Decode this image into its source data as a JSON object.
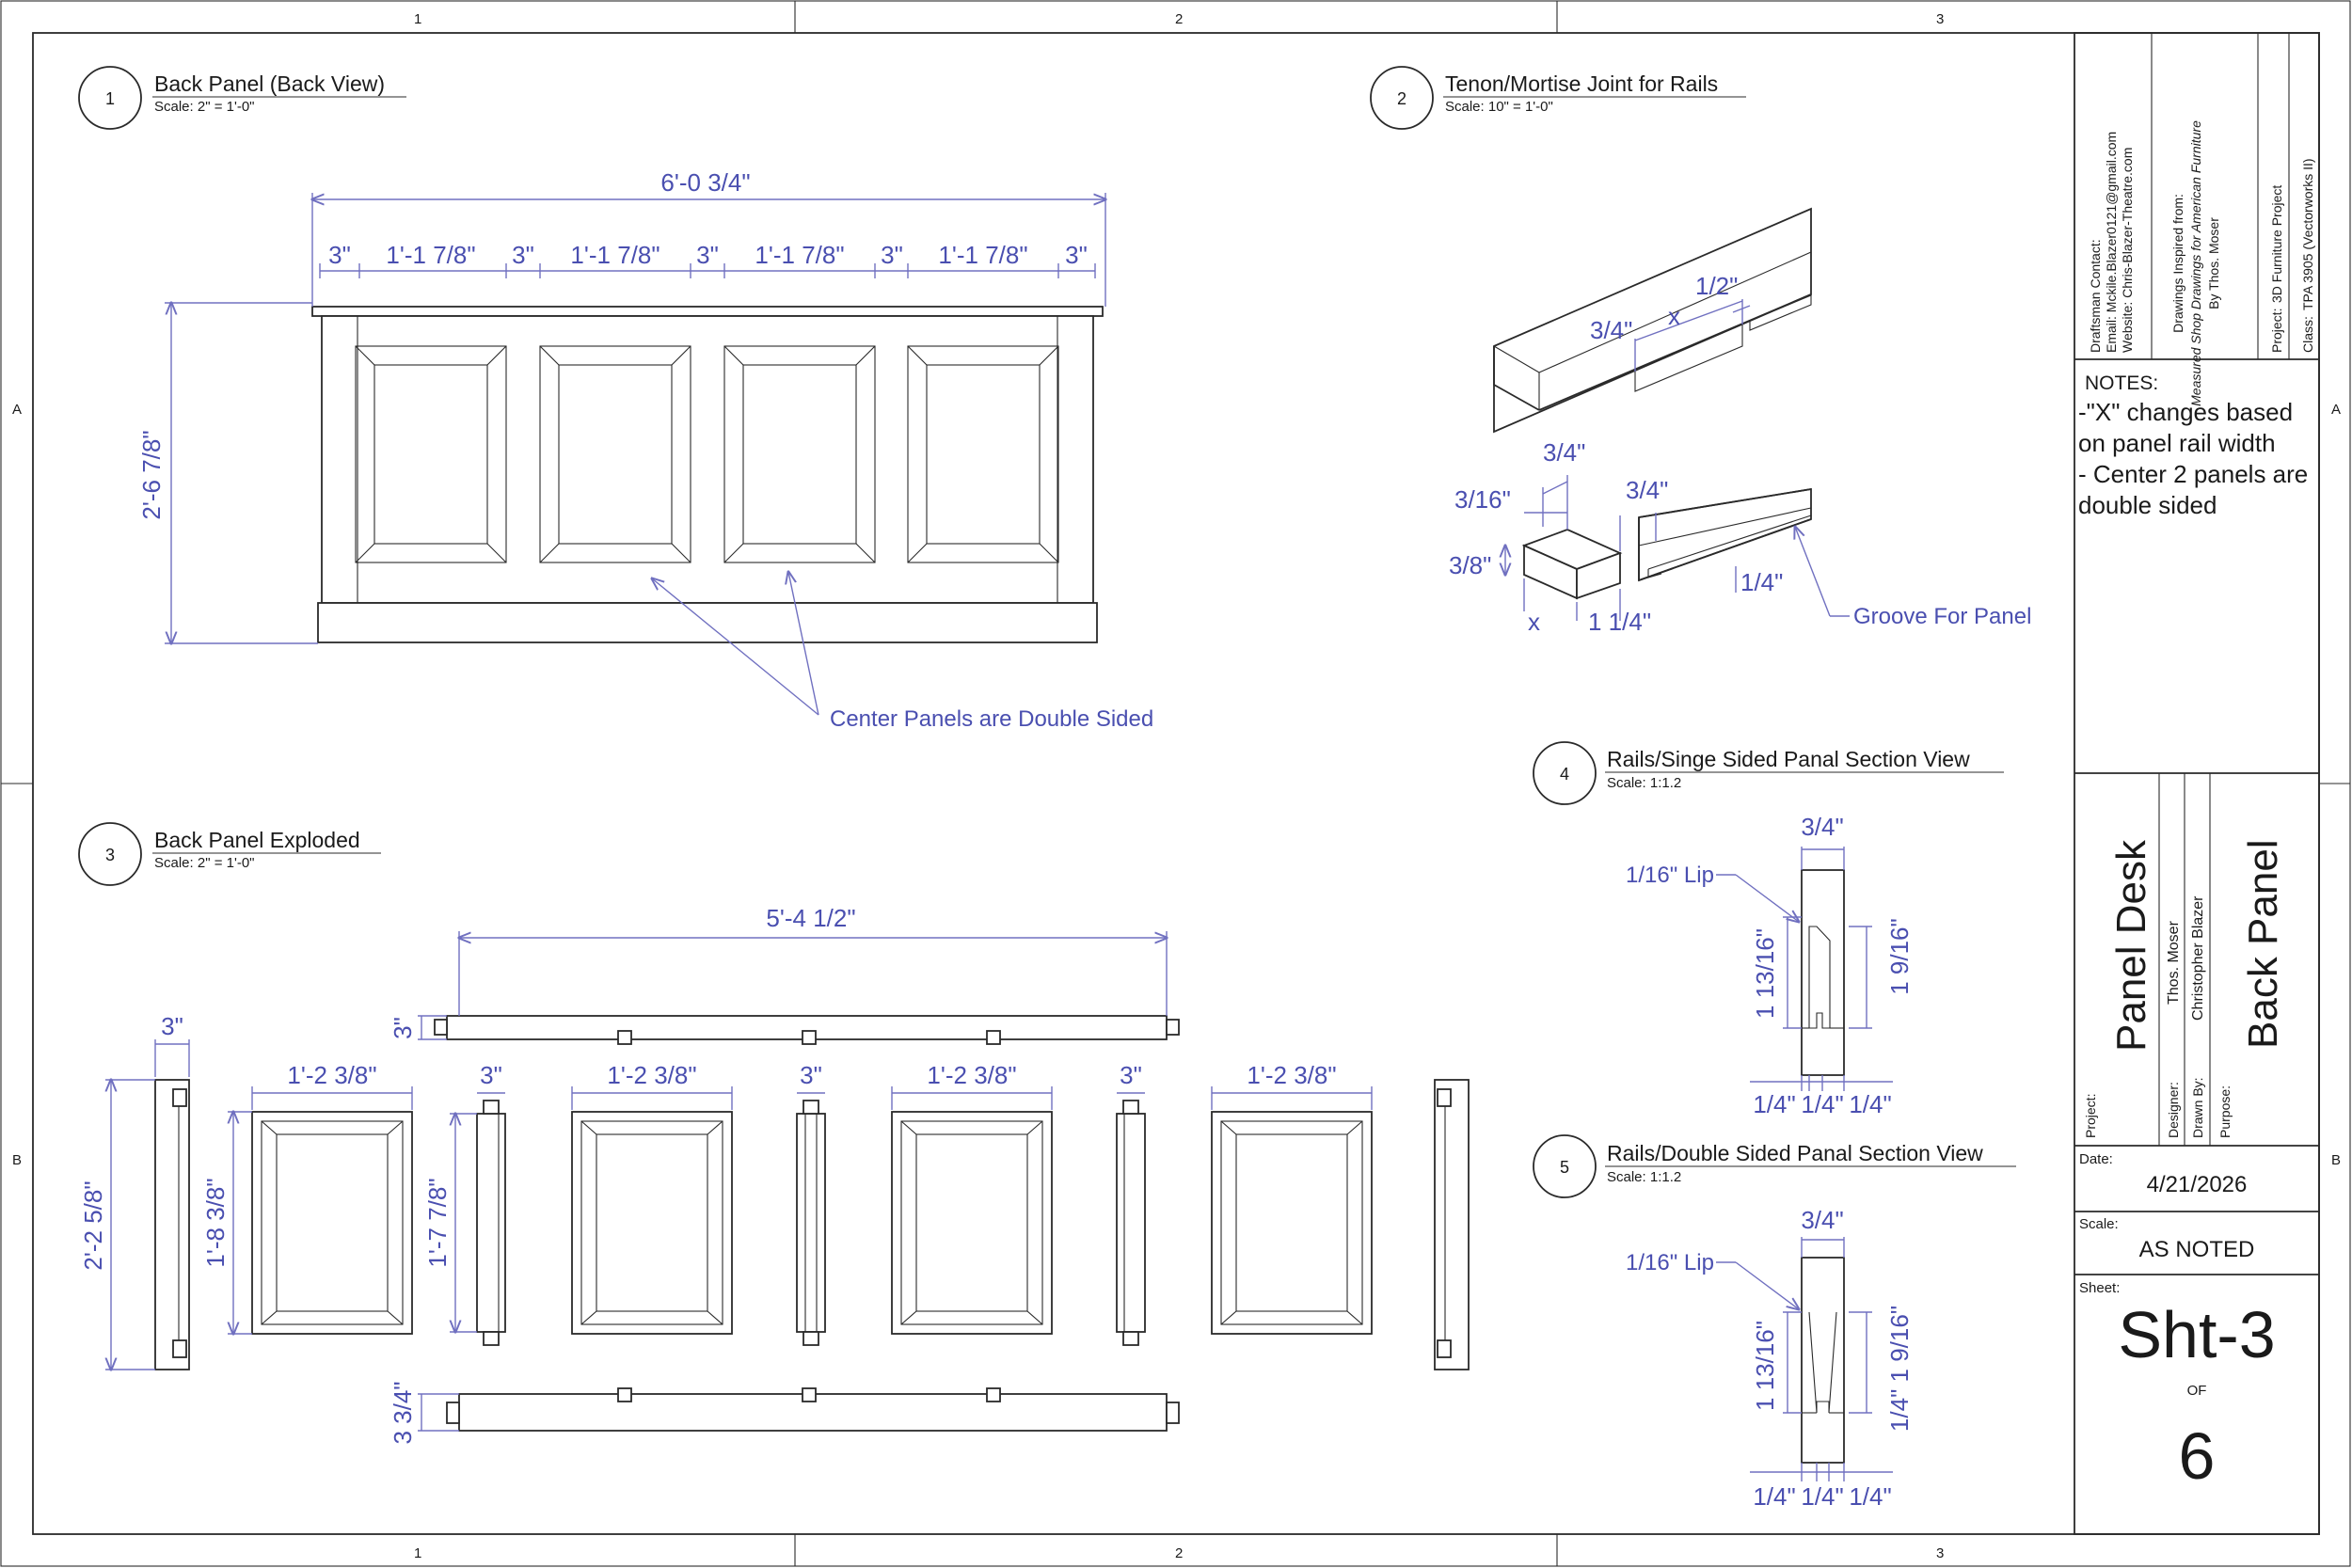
{
  "grid": {
    "cols": [
      "1",
      "2",
      "3"
    ],
    "rows": [
      "A",
      "B"
    ]
  },
  "views": {
    "v1": {
      "num": "1",
      "title": "Back Panel (Back View)",
      "scale": "Scale: 2\" = 1'-0\""
    },
    "v2": {
      "num": "2",
      "title": "Tenon/Mortise Joint for Rails",
      "scale": "Scale: 10\" = 1'-0\""
    },
    "v3": {
      "num": "3",
      "title": "Back Panel Exploded",
      "scale": "Scale: 2\" = 1'-0\""
    },
    "v4": {
      "num": "4",
      "title": "Rails/Singe Sided Panal Section View",
      "scale": "Scale: 1:1.2"
    },
    "v5": {
      "num": "5",
      "title": "Rails/Double Sided Panal Section View",
      "scale": "Scale: 1:1.2"
    }
  },
  "dims_v1": {
    "overall_width": "6'-0 3/4\"",
    "stile": "3\"",
    "panel_width": "1'-1 7/8\"",
    "height": "2'-6 7/8\"",
    "callout": "Center Panels are Double Sided"
  },
  "dims_v2": {
    "mortise_len": "3/4\"",
    "x": "x",
    "mortise_depth": "1/2\"",
    "tenon_top": "3/4\"",
    "tenon_thick": "3/16\"",
    "shoulder": "3/4\"",
    "tenon_height": "3/8\"",
    "tenon_x": "x",
    "tenon_len": "1 1/4\"",
    "groove_depth": "1/4\"",
    "groove_label": "Groove For Panel"
  },
  "dims_v3": {
    "rail_len": "5'-4 1/2\"",
    "top_rail": "3\"",
    "bottom_rail": "3 3/4\"",
    "end_stile_width": "3\"",
    "end_stile_height": "2'-2 5/8\"",
    "panel_width": "1'-2 3/8\"",
    "panel_height": "1'-8 3/8\"",
    "mid_stile_width": "3\"",
    "mid_stile_height": "1'-7 7/8\""
  },
  "dims_v4": {
    "width": "3/4\"",
    "lip": "1/16\" Lip",
    "left_h": "1 13/16\"",
    "right_h": "1 9/16\"",
    "q1": "1/4\"",
    "q2": "1/4\"",
    "q3": "1/4\""
  },
  "dims_v5": {
    "width": "3/4\"",
    "lip": "1/16\" Lip",
    "left_h": "1 13/16\"",
    "right_h": "1/4\" 1 9/16\"",
    "q1": "1/4\"",
    "q2": "1/4\"",
    "q3": "1/4\""
  },
  "title_block": {
    "contact_lines": [
      "Draftsman Contact:",
      "Email: Mckile.Blazer0121@gmail.com",
      "Website: Chris-Blazer-Theatre.com"
    ],
    "inspired_lines": [
      "Drawings Inspired from:",
      "Measured Shop Drawings for American Furniture",
      "By Thos. Moser"
    ],
    "project_label": "Project:",
    "project_value": "3D Furniture Project",
    "class_label": "Class:",
    "class_value": "TPA 3905 (Vectorworks II)",
    "notes_heading": "NOTES:",
    "notes_lines": [
      "-\"X\" changes based",
      "on panel rail width",
      "- Center 2 panels are",
      "double sided"
    ],
    "project_name_label": "Project:",
    "project_name": "Panel Desk",
    "designer_label": "Designer:",
    "designer": "Thos. Moser",
    "drawn_by_label": "Drawn By:",
    "drawn_by": "Christopher Blazer",
    "purpose_label": "Purpose:",
    "purpose": "Back Panel",
    "date_label": "Date:",
    "date": "4/21/2026",
    "scale_label": "Scale:",
    "scale": "AS NOTED",
    "sheet_label": "Sheet:",
    "sheet": "Sht-3",
    "of": "OF",
    "total": "6"
  }
}
